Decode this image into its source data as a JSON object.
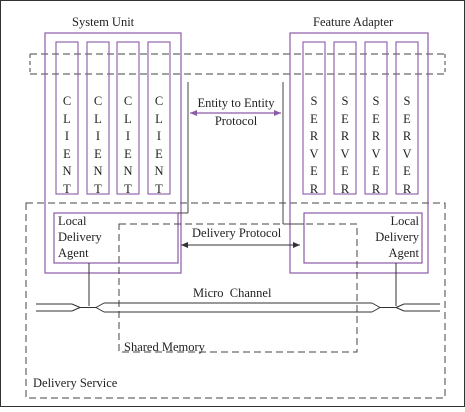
{
  "colors": {
    "purple": "#8c5aa8",
    "line": "#333333",
    "dash": "#444444",
    "background": "#ffffff",
    "text": "#222222"
  },
  "labels": {
    "system_unit": "System Unit",
    "feature_adapter": "Feature Adapter",
    "entity_protocol_line1": "Entity to Entity",
    "entity_protocol_line2": "Protocol",
    "delivery_protocol": "Delivery Protocol",
    "lda_left": [
      "Local",
      "Delivery",
      "Agent"
    ],
    "lda_right": [
      "Local",
      "Delivery",
      "Agent"
    ],
    "micro_channel": "Micro  Channel",
    "shared_memory": "Shared Memory",
    "delivery_service": "Delivery Service"
  },
  "clients": [
    "CLIENT",
    "CLIENT",
    "CLIENT",
    "CLIENT"
  ],
  "servers": [
    "SERVER",
    "SERVER",
    "SERVER",
    "SERVER"
  ]
}
